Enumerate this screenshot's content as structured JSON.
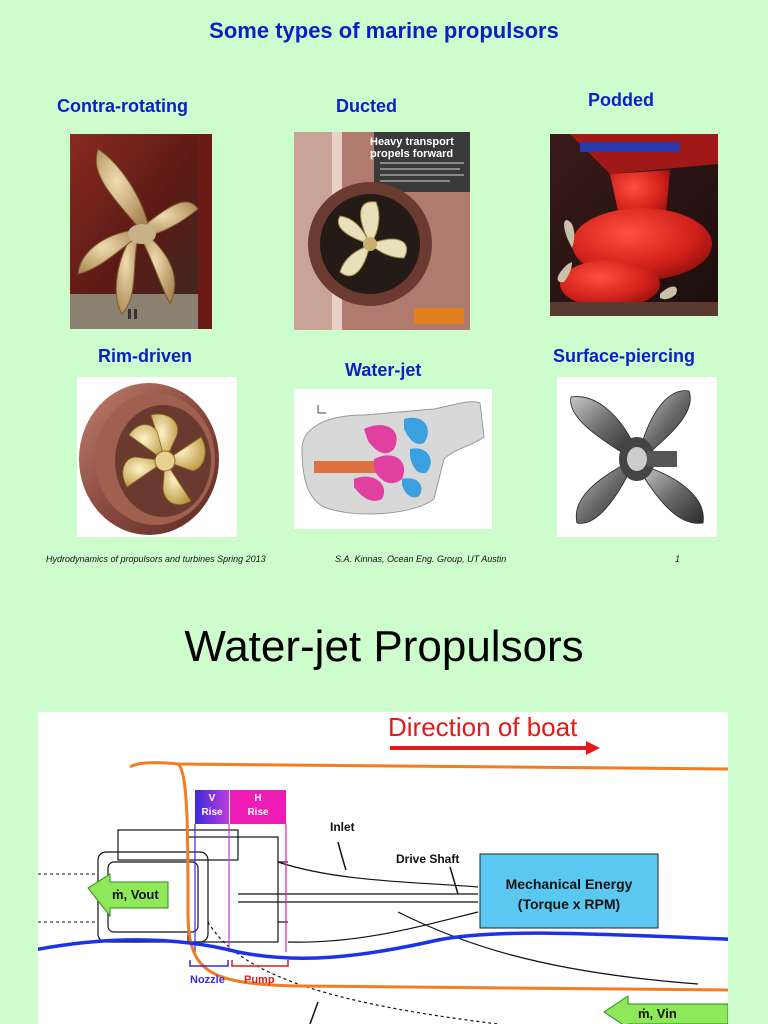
{
  "slide1": {
    "title": "Some types of marine propulsors",
    "labels": {
      "contra_rotating": "Contra-rotating",
      "ducted": "Ducted",
      "podded": "Podded",
      "rim_driven": "Rim-driven",
      "water_jet": "Water-jet",
      "surface_piercing": "Surface-piercing"
    },
    "ducted_photo_text": {
      "headline_line1": "Heavy transport",
      "headline_line2": "propels forward"
    },
    "footer": {
      "course": "Hydrodynamics of propulsors and turbines Spring 2013",
      "author": "S.A. Kinnas, Ocean Eng. Group, UT Austin",
      "page": "1"
    }
  },
  "slide2": {
    "title": "Water-jet Propulsors",
    "diagram": {
      "direction": "Direction of boat",
      "v_rise": [
        "V",
        "Rise"
      ],
      "h_rise": [
        "H",
        "Rise"
      ],
      "inlet": "Inlet",
      "drive_shaft": "Drive Shaft",
      "mechanical_energy": [
        "Mechanical Energy",
        "(Torque x RPM)"
      ],
      "outflow": "ṁ, Vout",
      "inflow": "ṁ, Vin",
      "nozzle": "Nozzle",
      "pump": "Pump"
    }
  },
  "colors": {
    "background": "#cdfdcd",
    "title_blue": "#0a1fc8",
    "direction_red": "#e21a1a",
    "orange_stream": "#f47b20",
    "blue_waterline": "#1a33e6",
    "energy_box": "#5ac8f0",
    "arrow_green": "#8fe85a",
    "v_rise": "#6a2bd9",
    "h_rise": "#ee1cb4"
  }
}
